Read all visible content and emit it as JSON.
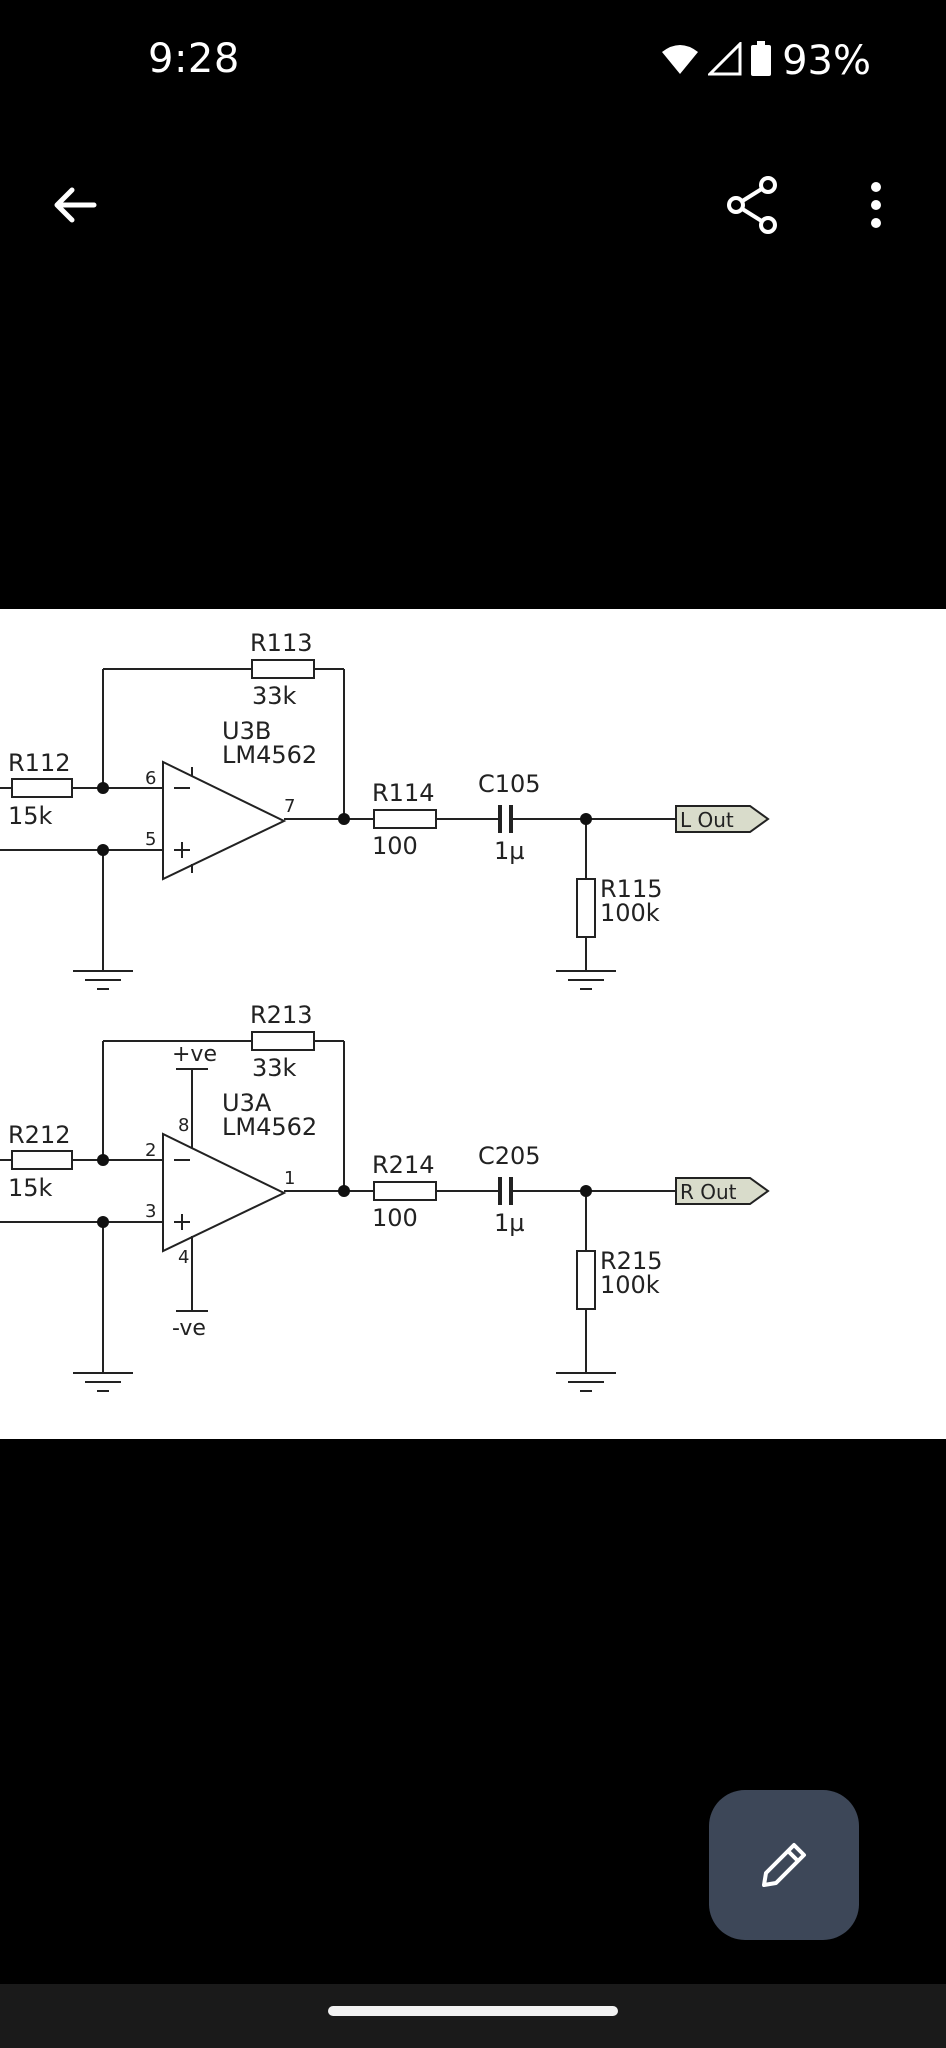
{
  "status_bar": {
    "time": "9:28",
    "battery": "93%",
    "icons": [
      "wifi-icon",
      "cell-signal-icon",
      "battery-icon"
    ]
  },
  "toolbar": {
    "back_icon": "arrow-left-icon",
    "share_icon": "share-icon",
    "more_icon": "more-vert-icon"
  },
  "schematic": {
    "channel_left": {
      "r_fb": {
        "name": "R113",
        "value": "33k"
      },
      "u": {
        "name": "U3B",
        "part": "LM4562"
      },
      "r_in": {
        "name": "R112",
        "value": "15k"
      },
      "pin_inv": "6",
      "pin_noninv": "5",
      "pin_out": "7",
      "r_series": {
        "name": "R114",
        "value": "100"
      },
      "cap": {
        "name": "C105",
        "value": "1µ"
      },
      "r_load": {
        "name": "R115",
        "value": "100k"
      },
      "out_label": "L Out"
    },
    "channel_right": {
      "r_fb": {
        "name": "R213",
        "value": "33k"
      },
      "u": {
        "name": "U3A",
        "part": "LM4562"
      },
      "r_in": {
        "name": "R212",
        "value": "15k"
      },
      "pin_inv": "2",
      "pin_noninv": "3",
      "pin_out": "1",
      "pin_vpos": "8",
      "pin_vneg": "4",
      "vpos": "+ve",
      "vneg": "-ve",
      "r_series": {
        "name": "R214",
        "value": "100"
      },
      "cap": {
        "name": "C205",
        "value": "1µ"
      },
      "r_load": {
        "name": "R215",
        "value": "100k"
      },
      "out_label": "R Out"
    }
  },
  "fab": {
    "icon": "edit-pencil-icon"
  },
  "colors": {
    "fab_bg": "#3d4758",
    "background": "#000000",
    "output_port": "#d9dccb"
  }
}
